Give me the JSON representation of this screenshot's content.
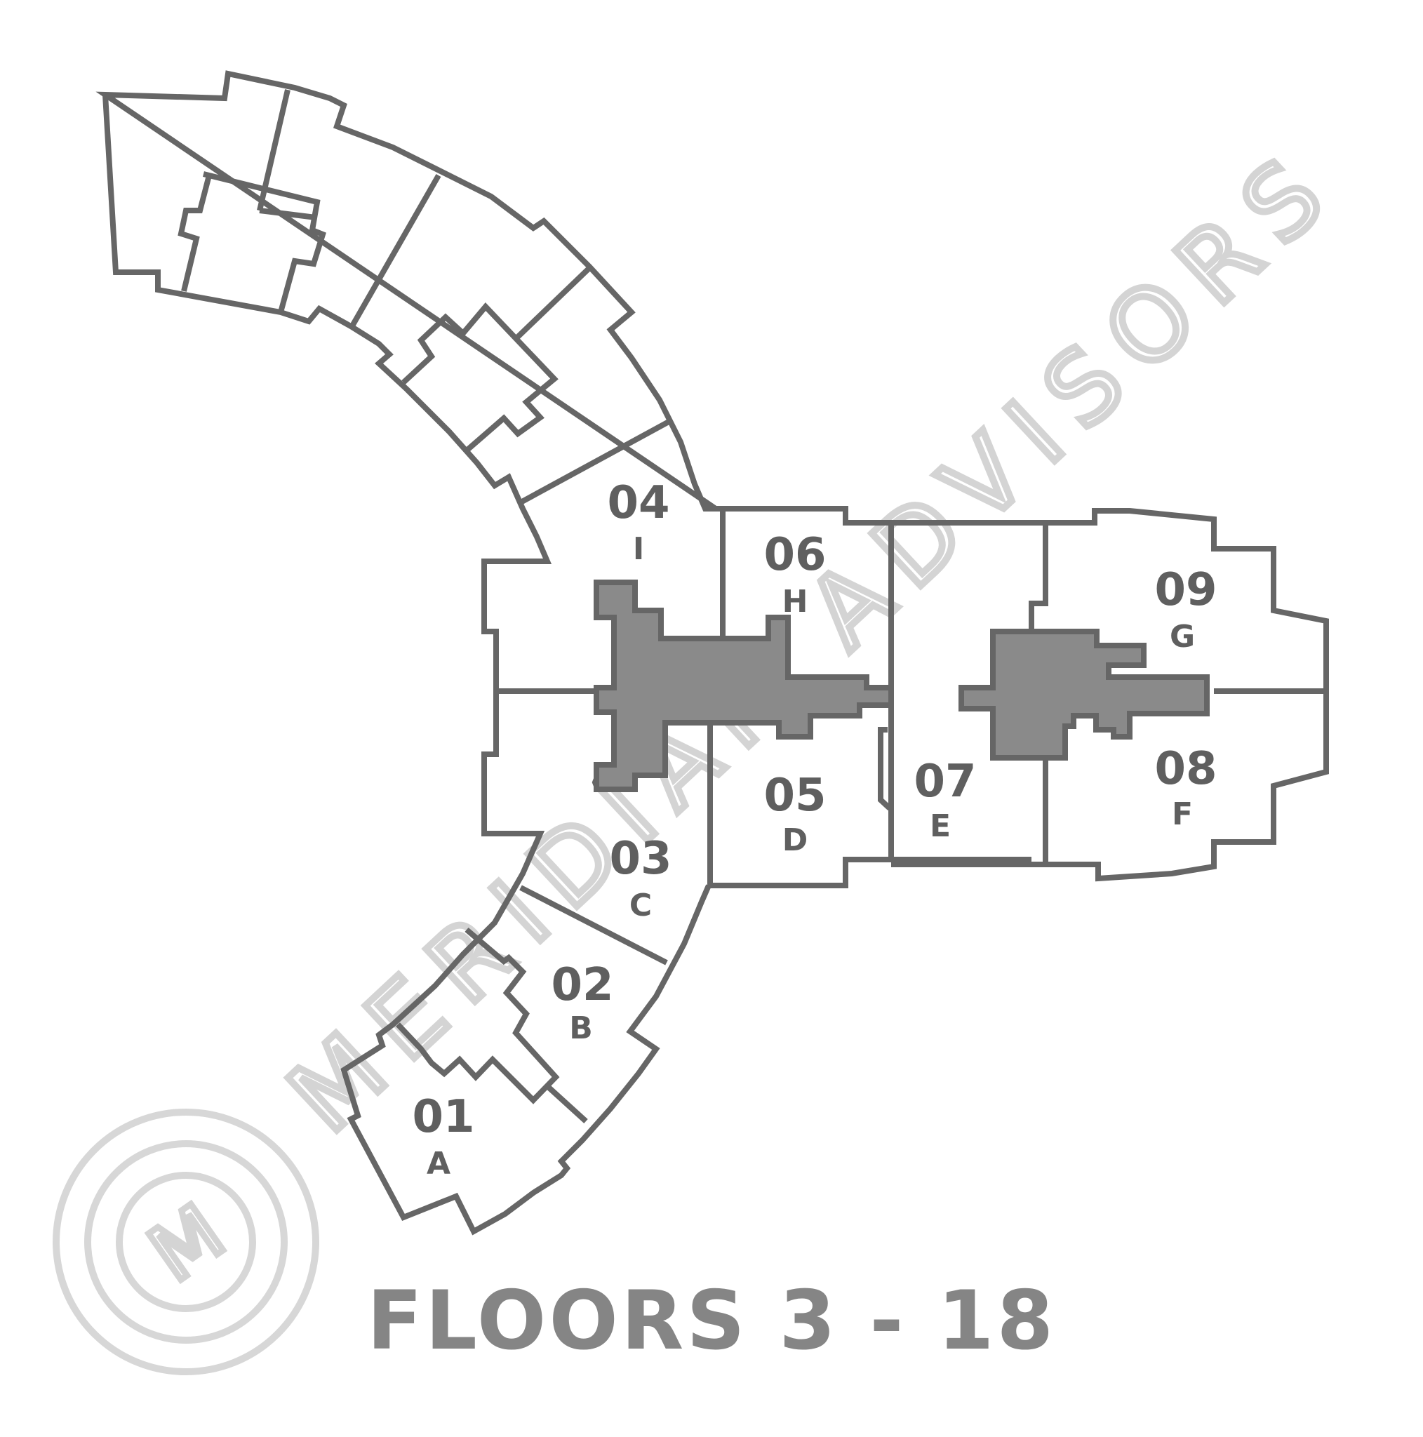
{
  "title": "FLOORS 3 - 18",
  "watermark": {
    "text": "MERIDIAN ADVISORS",
    "logo_letter": "M"
  },
  "units": [
    {
      "number": "01",
      "letter": "A"
    },
    {
      "number": "02",
      "letter": "B"
    },
    {
      "number": "03",
      "letter": "C"
    },
    {
      "number": "04",
      "letter": "I"
    },
    {
      "number": "05",
      "letter": "D"
    },
    {
      "number": "06",
      "letter": "H"
    },
    {
      "number": "07",
      "letter": "E"
    },
    {
      "number": "08",
      "letter": "F"
    },
    {
      "number": "09",
      "letter": "G"
    }
  ],
  "colors": {
    "walls": "#666666",
    "core": "#8a8a8a",
    "labels": "#5f5f5f",
    "title": "#858585",
    "watermark": "#d4d4d4"
  }
}
